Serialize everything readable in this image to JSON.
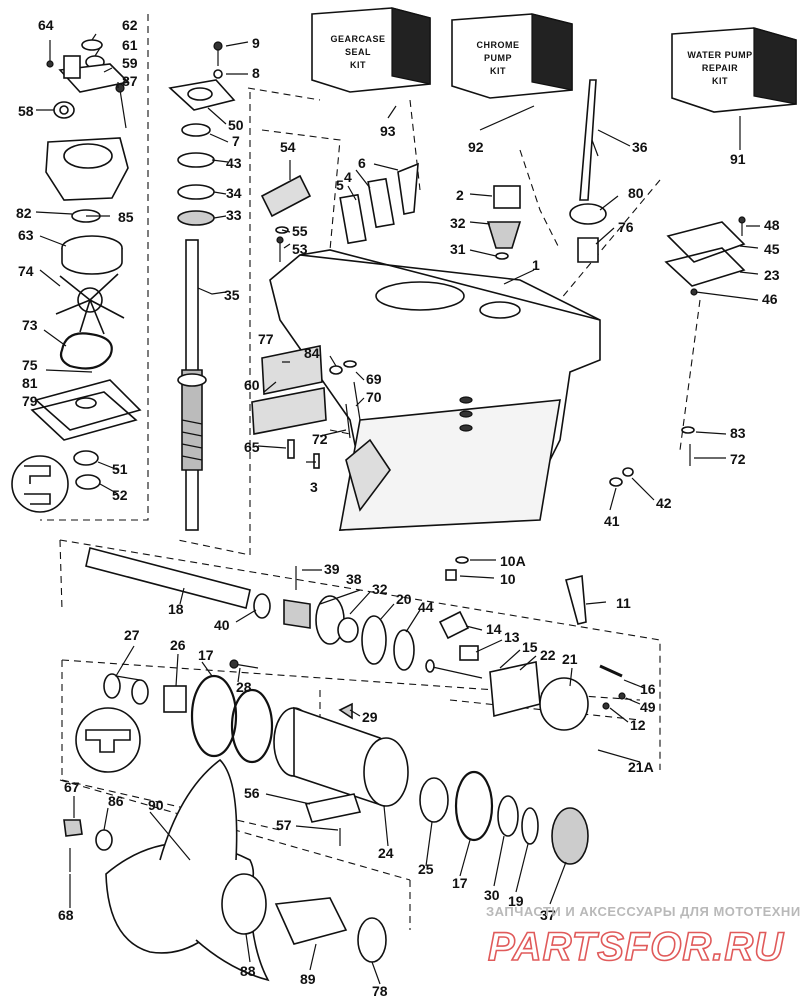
{
  "kits": [
    {
      "id": "gearcase-seal-kit",
      "lines": [
        "GEARCASE",
        "SEAL",
        "KIT"
      ]
    },
    {
      "id": "chrome-pump-kit",
      "lines": [
        "CHROME",
        "PUMP",
        "KIT"
      ]
    },
    {
      "id": "water-pump-repair-kit",
      "lines": [
        "WATER PUMP",
        "REPAIR",
        "KIT"
      ]
    }
  ],
  "callouts": {
    "c1": "1",
    "c2": "2",
    "c3": "3",
    "c4": "4",
    "c5": "5",
    "c6": "6",
    "c7": "7",
    "c8": "8",
    "c9": "9",
    "c10": "10",
    "c10a": "10A",
    "c11": "11",
    "c12": "12",
    "c13": "13",
    "c14": "14",
    "c15": "15",
    "c16": "16",
    "c17a": "17",
    "c17b": "17",
    "c18": "18",
    "c19": "19",
    "c20": "20",
    "c21": "21",
    "c21a": "21A",
    "c22": "22",
    "c23": "23",
    "c24": "24",
    "c25": "25",
    "c26": "26",
    "c27": "27",
    "c28": "28",
    "c29": "29",
    "c30": "30",
    "c31": "31",
    "c32a": "32",
    "c32b": "32",
    "c33": "33",
    "c34": "34",
    "c35": "35",
    "c36": "36",
    "c37": "37",
    "c38": "38",
    "c39": "39",
    "c40": "40",
    "c41": "41",
    "c42": "42",
    "c43": "43",
    "c44": "44",
    "c45": "45",
    "c46": "46",
    "c48": "48",
    "c49": "49",
    "c50": "50",
    "c51": "51",
    "c52": "52",
    "c53": "53",
    "c54": "54",
    "c55": "55",
    "c56": "56",
    "c57": "57",
    "c58": "58",
    "c59": "59",
    "c60": "60",
    "c61": "61",
    "c62": "62",
    "c63": "63",
    "c64": "64",
    "c65": "65",
    "c67": "67",
    "c68": "68",
    "c69": "69",
    "c70": "70",
    "c72a": "72",
    "c72b": "72",
    "c73": "73",
    "c74": "74",
    "c75": "75",
    "c76": "76",
    "c77": "77",
    "c78": "78",
    "c79": "79",
    "c80": "80",
    "c81": "81",
    "c82": "82",
    "c83": "83",
    "c84": "84",
    "c85": "85",
    "c86": "86",
    "c87": "87",
    "c88": "88",
    "c89": "89",
    "c90": "90",
    "c91": "91",
    "c92": "92",
    "c93": "93"
  },
  "watermark": {
    "tagline": "ЗАПЧАСТИ И АКСЕССУАРЫ ДЛЯ МОТОТЕХНИКИ",
    "brand": "PARTSFOR.RU"
  }
}
